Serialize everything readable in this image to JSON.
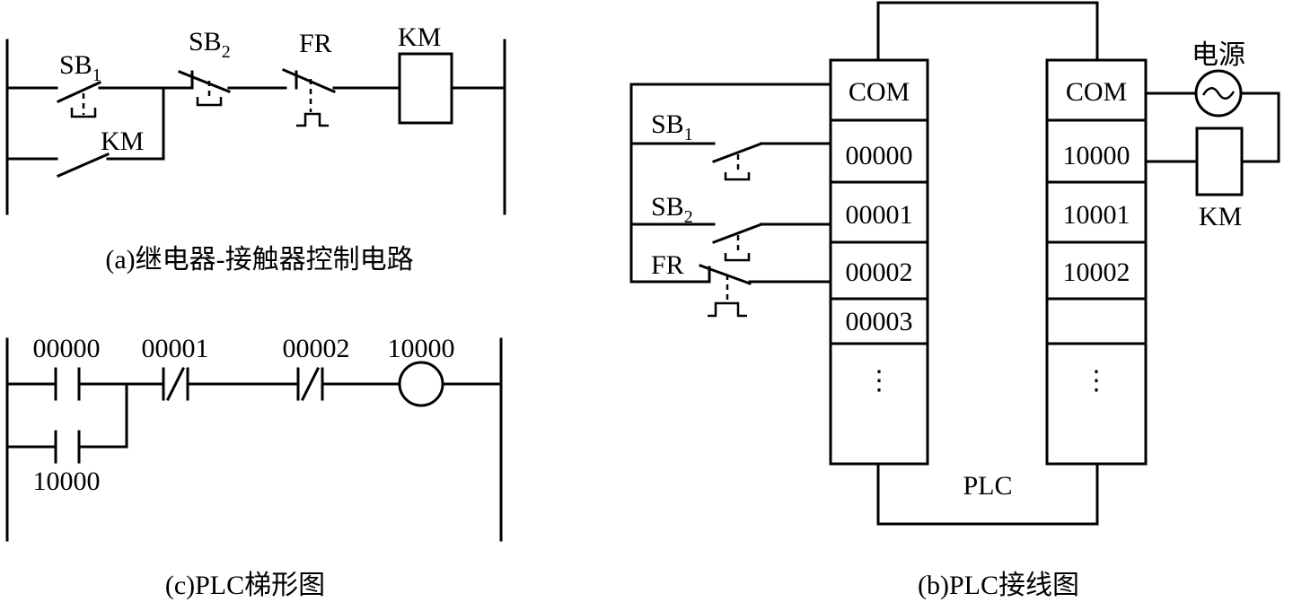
{
  "relay_circuit": {
    "sb1": "SB",
    "sb1_sub": "1",
    "sb2": "SB",
    "sb2_sub": "2",
    "fr": "FR",
    "km_coil": "KM",
    "km_contact": "KM",
    "caption": "(a)继电器-接触器控制电路"
  },
  "ladder": {
    "contact1": "00000",
    "contact2": "00001",
    "contact3": "00002",
    "coil": "10000",
    "holding": "10000",
    "caption": "(c)PLC梯形图"
  },
  "wiring": {
    "inputs": [
      "COM",
      "00000",
      "00001",
      "00002",
      "00003"
    ],
    "outputs": [
      "COM",
      "10000",
      "10001",
      "10002",
      ""
    ],
    "ellipsis": "⋮",
    "plc": "PLC",
    "power": "电源",
    "km": "KM",
    "sb1": "SB",
    "sb1_sub": "1",
    "sb2": "SB",
    "sb2_sub": "2",
    "fr": "FR",
    "caption": "(b)PLC接线图"
  }
}
